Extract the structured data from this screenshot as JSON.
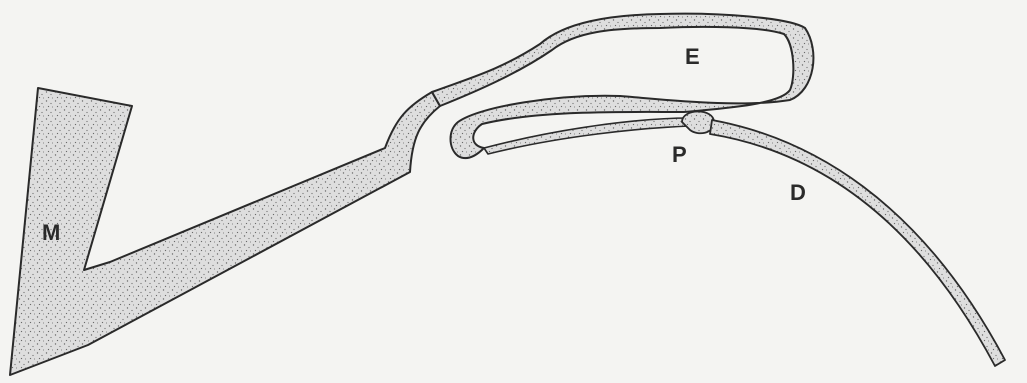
{
  "figure": {
    "labels": {
      "m": "M",
      "e": "E",
      "p": "P",
      "d": "D"
    },
    "colors": {
      "background": "#f4f4f2",
      "tissue_fill": "#dedede",
      "outline": "#2a2a2a",
      "stipple": "#6a6a6a"
    }
  }
}
